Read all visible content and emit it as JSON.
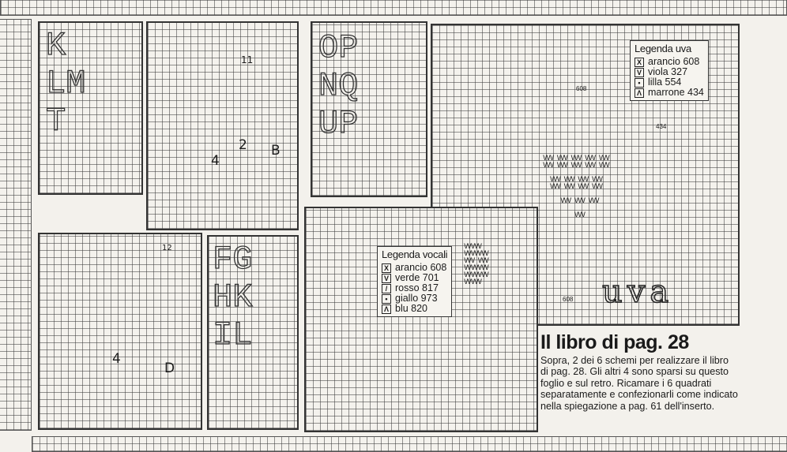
{
  "legend_uva": {
    "title": "Legenda uva",
    "items": [
      {
        "symbol": "X",
        "label": "arancio 608"
      },
      {
        "symbol": "V",
        "label": "viola 327"
      },
      {
        "symbol": "•",
        "label": "lilla 554"
      },
      {
        "symbol": "Λ",
        "label": "marrone 434"
      }
    ]
  },
  "legend_vocali": {
    "title": "Legenda vocali",
    "items": [
      {
        "symbol": "X",
        "label": "arancio 608"
      },
      {
        "symbol": "V",
        "label": "verde 701"
      },
      {
        "symbol": "/",
        "label": "rosso 817"
      },
      {
        "symbol": "•",
        "label": "giallo 973"
      },
      {
        "symbol": "Λ",
        "label": "blu 820"
      }
    ]
  },
  "caption": {
    "title": "Il libro di pag. 28",
    "body": "Sopra, 2 dei 6 schemi per realizzare il libro di pag. 28. Gli altri 4 sono sparsi su questo foglio e sul retro. Ricamare i 6 quadrati separatamente e confezionarli come indicato nella spiegazione a pag. 61 dell'inserto."
  },
  "annotations": {
    "uva_608_top": "608",
    "uva_434": "434",
    "uva_608_bottom": "608",
    "uva_word": "uva",
    "panel_b_label": "B",
    "panel_d_label": "D",
    "num_11": "11",
    "num_2": "2",
    "num_4": "4",
    "num_12": "12"
  }
}
